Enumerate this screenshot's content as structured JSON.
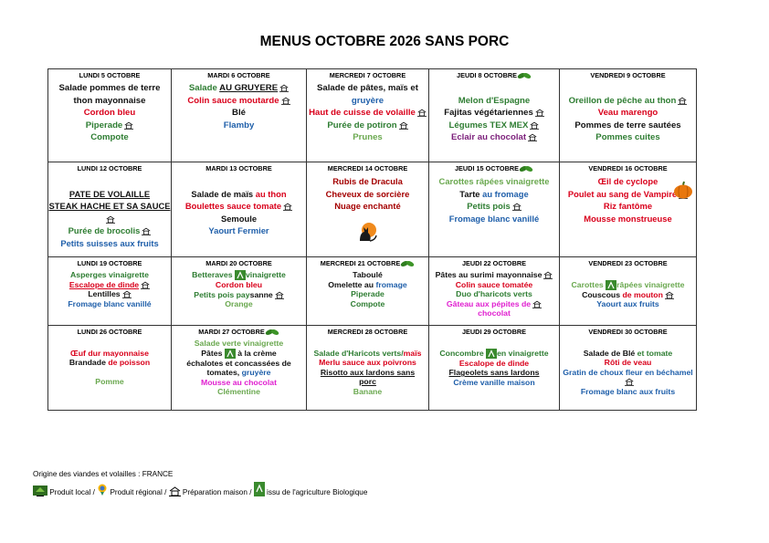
{
  "title": "MENUS OCTOBRE 2026 SANS PORC",
  "weeks": [
    [
      {
        "day": "LUNDI 5 OCTOBRE",
        "lines": [
          {
            "t": "Salade pommes de terre",
            "c": "black"
          },
          {
            "t": "thon mayonnaise",
            "c": "black"
          },
          {
            "t": "Cordon bleu",
            "c": "red"
          },
          {
            "t": "Piperade",
            "c": "green",
            "icon": "homemade"
          },
          {
            "t": "Compote",
            "c": "green"
          }
        ]
      },
      {
        "day": "MARDI 6 OCTOBRE",
        "lines": [
          {
            "t": "Salade ",
            "c": "green",
            "tail": "AU GRUYERE",
            "tailc": "black",
            "tailu": true,
            "icon": "homemade"
          },
          {
            "t": "Colin sauce moutarde",
            "c": "red",
            "icon": "homemade"
          },
          {
            "t": "Blé",
            "c": "black"
          },
          {
            "t": "Flamby",
            "c": "blue"
          }
        ]
      },
      {
        "day": "MERCREDI 7 OCTOBRE",
        "lines": [
          {
            "t": "Salade de pâtes, maïs et",
            "c": "black"
          },
          {
            "t": "gruyère",
            "c": "blue"
          },
          {
            "t": "Haut de cuisse de volaille",
            "c": "red",
            "icon": "homemade"
          },
          {
            "t": "Purée de potiron",
            "c": "green",
            "icon": "homemade"
          },
          {
            "t": "Prunes",
            "c": "lime"
          }
        ]
      },
      {
        "day": "JEUDI 8 OCTOBRE",
        "lines": [
          {
            "t": "",
            "c": "black"
          },
          {
            "t": "Melon d'Espagne",
            "c": "green"
          },
          {
            "t": "Fajitas végétariennes",
            "c": "black",
            "icon": "homemade"
          },
          {
            "t": "Légumes TEX MEX",
            "c": "green",
            "icon": "homemade"
          },
          {
            "t": "Eclair au chocolat",
            "c": "purple",
            "icon": "homemade"
          }
        ]
      },
      {
        "day": "VENDREDI 9 OCTOBRE",
        "lines": [
          {
            "t": "",
            "c": "black"
          },
          {
            "t": "Oreillon de pêche au thon",
            "c": "green",
            "icon": "homemade"
          },
          {
            "t": "Veau marengo",
            "c": "red"
          },
          {
            "t": "Pommes de terre sautées",
            "c": "black"
          },
          {
            "t": "Pommes cuites",
            "c": "green"
          }
        ]
      }
    ],
    [
      {
        "day": "LUNDI 12 OCTOBRE",
        "lines": [
          {
            "t": "",
            "c": "black"
          },
          {
            "t": "PATE DE VOLAILLE",
            "c": "black",
            "u": true
          },
          {
            "t": "STEAK HACHE ET SA SAUCE",
            "c": "black",
            "u": true,
            "icon": "homemade"
          },
          {
            "t": "Purée de brocolis",
            "c": "green",
            "icon": "homemade"
          },
          {
            "t": "Petits suisses aux fruits",
            "c": "blue"
          }
        ]
      },
      {
        "day": "MARDI 13 OCTOBRE",
        "lines": [
          {
            "t": "",
            "c": "black"
          },
          {
            "t": "Salade de maïs ",
            "c": "black",
            "tail": "au thon",
            "tailc": "red"
          },
          {
            "t": "Boulettes sauce tomate",
            "c": "red",
            "icon": "homemade"
          },
          {
            "t": "Semoule",
            "c": "black"
          },
          {
            "t": "Yaourt Fermier",
            "c": "blue"
          }
        ]
      },
      {
        "day": "MERCREDI 14 OCTOBRE",
        "lines": [
          {
            "t": "Rubis de Dracula",
            "c": "darkred"
          },
          {
            "t": "Cheveux de sorcière",
            "c": "darkred"
          },
          {
            "t": "Nuage enchanté",
            "c": "darkred"
          }
        ]
      },
      {
        "day": "JEUDI 15 OCTOBRE",
        "lines": [
          {
            "t": "Carottes râpées vinaigrette",
            "c": "lime"
          },
          {
            "t": "Tarte ",
            "c": "black",
            "tail": "au fromage",
            "tailc": "blue"
          },
          {
            "t": "Petits pois",
            "c": "green",
            "icon": "homemade"
          },
          {
            "t": "Fromage blanc vanillé",
            "c": "blue"
          }
        ]
      },
      {
        "day": "VENDREDI 16 OCTOBRE",
        "lines": [
          {
            "t": "Œil de cyclope",
            "c": "red"
          },
          {
            "t": "Poulet au sang de Vampire",
            "c": "red",
            "icon": "homemade"
          },
          {
            "t": "Riz fantôme",
            "c": "red"
          },
          {
            "t": "Mousse monstrueuse",
            "c": "red"
          }
        ]
      }
    ],
    [
      {
        "day": "LUNDI 19 OCTOBRE",
        "lines": [
          {
            "t": "Asperges vinaigrette",
            "c": "green"
          },
          {
            "t": "Escalope de dinde",
            "c": "red",
            "u": true,
            "icon": "homemade"
          },
          {
            "t": "Lentilles",
            "c": "black",
            "icon": "homemade"
          },
          {
            "t": "Fromage blanc vanillé",
            "c": "blue"
          }
        ]
      },
      {
        "day": "MARDI 20 OCTOBRE",
        "lines": [
          {
            "t": "Betteraves ",
            "c": "green",
            "ab": true,
            "tail": "vinaigrette",
            "tailc": "green"
          },
          {
            "t": "Cordon bleu",
            "c": "red"
          },
          {
            "t": "Petits pois pay",
            "c": "green",
            "tail": "sanne",
            "tailc": "black",
            "icon": "homemade"
          },
          {
            "t": "Orange",
            "c": "lime"
          }
        ]
      },
      {
        "day": "MERCREDI 21 OCTOBRE",
        "lines": [
          {
            "t": "Taboulé",
            "c": "black"
          },
          {
            "t": "Omelette au ",
            "c": "black",
            "tail": "fromage",
            "tailc": "blue"
          },
          {
            "t": "Piperade",
            "c": "green"
          },
          {
            "t": "Compote",
            "c": "green"
          }
        ]
      },
      {
        "day": "JEUDI 22 OCTOBRE",
        "lines": [
          {
            "t": "Pâtes au surimi mayonnaise",
            "c": "black",
            "icon": "homemade"
          },
          {
            "t": "Colin sauce tomatée",
            "c": "red"
          },
          {
            "t": "Duo d'haricots verts",
            "c": "green"
          },
          {
            "t": "Gâteau aux pépites de",
            "c": "magenta",
            "icon": "homemade"
          },
          {
            "t": "chocolat",
            "c": "magenta"
          }
        ]
      },
      {
        "day": "VENDREDI 23 OCTOBRE",
        "lines": [
          {
            "t": "",
            "c": "black"
          },
          {
            "t": "Carottes ",
            "c": "lime",
            "ab": true,
            "tail": "râpées vinaigrette",
            "tailc": "lime"
          },
          {
            "t": "Couscous ",
            "c": "black",
            "tail": "de mouton",
            "tailc": "red",
            "icon": "homemade"
          },
          {
            "t": "Yaourt aux fruits",
            "c": "blue"
          }
        ]
      }
    ],
    [
      {
        "day": "LUNDI 26 OCTOBRE",
        "lines": [
          {
            "t": "",
            "c": "black"
          },
          {
            "t": "Œuf dur mayonnaise",
            "c": "red"
          },
          {
            "t": "Brandade ",
            "c": "black",
            "tail": "de poisson",
            "tailc": "red"
          },
          {
            "t": "",
            "c": "black"
          },
          {
            "t": "Pomme",
            "c": "lime"
          }
        ]
      },
      {
        "day": "MARDI 27 OCTOBRE",
        "lines": [
          {
            "t": "Salade verte vinaigrette",
            "c": "lime"
          },
          {
            "t": "Pâtes ",
            "c": "black",
            "ab": true,
            "tail": " à la crème",
            "tailc": "black"
          },
          {
            "t": "échalotes et concassées de",
            "c": "black"
          },
          {
            "t": "tomates, ",
            "c": "black",
            "tail": "gruyère",
            "tailc": "blue"
          },
          {
            "t": "Mousse au chocolat",
            "c": "magenta"
          },
          {
            "t": "Clémentine",
            "c": "lime"
          }
        ]
      },
      {
        "day": "MERCREDI 28 OCTOBRE",
        "lines": [
          {
            "t": "",
            "c": "black"
          },
          {
            "t": "Salade d'Haricots verts/",
            "c": "green",
            "tail": "maïs",
            "tailc": "red"
          },
          {
            "t": "Merlu sauce aux poivrons",
            "c": "red"
          },
          {
            "t": "Risotto aux lardons sans",
            "c": "black",
            "u": true
          },
          {
            "t": "porc",
            "c": "black",
            "u": true
          },
          {
            "t": "Banane",
            "c": "lime"
          }
        ]
      },
      {
        "day": "JEUDI 29 OCTOBRE",
        "lines": [
          {
            "t": "",
            "c": "black"
          },
          {
            "t": "Concombre ",
            "c": "green",
            "ab": true,
            "tail": "en vinaigrette",
            "tailc": "green"
          },
          {
            "t": "Escalope de dinde",
            "c": "red"
          },
          {
            "t": "Flageolets sans lardons",
            "c": "black",
            "u": true
          },
          {
            "t": "Crème vanille maison",
            "c": "blue"
          }
        ]
      },
      {
        "day": "VENDREDI 30 OCTOBRE",
        "lines": [
          {
            "t": "",
            "c": "black"
          },
          {
            "t": "Salade de Blé ",
            "c": "black",
            "tail": "et tomate",
            "tailc": "green"
          },
          {
            "t": "Rôti de veau",
            "c": "red"
          },
          {
            "t": "Gratin de choux fleur en béchamel",
            "c": "blue",
            "icon": "homemade"
          },
          {
            "t": "Fromage blanc aux fruits",
            "c": "blue"
          }
        ]
      }
    ]
  ],
  "footer": {
    "origin": "Origine des viandes et volailles : FRANCE",
    "legend_local": "Produit local /",
    "legend_regional": "Produit régional /",
    "legend_homemade": "Préparation maison /",
    "legend_bio": "issu de l'agriculture Biologique"
  }
}
